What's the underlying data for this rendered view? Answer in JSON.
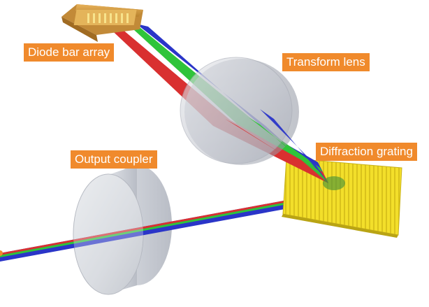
{
  "labels": {
    "diode_bar_array": "Diode bar array",
    "transform_lens": "Transform lens",
    "diffraction_grating": "Diffraction grating",
    "output_coupler": "Output coupler"
  },
  "colors": {
    "label_background": "#f08a2c",
    "label_text": "#ffffff",
    "beam_blue": "#2a35c8",
    "beam_green": "#2fc43a",
    "beam_red": "#d93030",
    "grating_yellow": "#f4e233",
    "diode_housing": "#d9a24a",
    "lens_gray": "#c9ccd4"
  }
}
